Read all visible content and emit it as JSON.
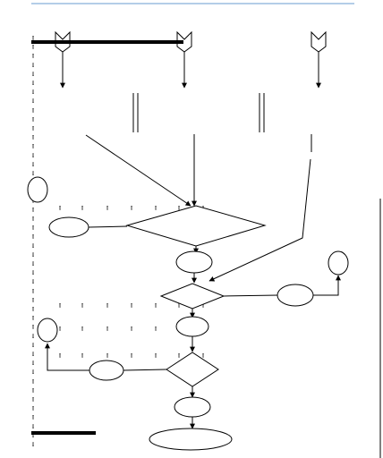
{
  "page": {
    "accent_color": "#6a9bd1",
    "ink_color": "#000000"
  },
  "margin_glyphs": [
    "▯",
    "▯",
    "▯",
    "▯",
    "▯",
    "▯",
    "▯",
    "▯",
    "▯",
    "▯",
    "▯",
    "▯",
    "▯",
    "▯",
    "▯",
    "▯",
    "▯",
    "▯",
    "▯",
    "▯",
    "▯",
    "▯",
    "▯",
    "▯",
    "▯",
    "▯",
    "▯",
    "▯",
    "▯",
    "▯",
    "▯",
    "▯",
    "▯",
    "▯",
    "▯",
    "▯",
    "▯",
    "▯",
    "▯",
    "▯",
    "▯",
    "▯",
    "▯",
    "▯",
    "▯",
    "▯"
  ],
  "row_glyph": "▯",
  "diagram": {
    "shapes": [
      {
        "id": "left-circle",
        "kind": "ellipse",
        "label": ""
      },
      {
        "id": "left-oval",
        "kind": "ellipse",
        "label": ""
      },
      {
        "id": "decision-1",
        "kind": "diamond",
        "label": ""
      },
      {
        "id": "process-1",
        "kind": "ellipse",
        "label": ""
      },
      {
        "id": "decision-2",
        "kind": "diamond",
        "label": ""
      },
      {
        "id": "right-oval",
        "kind": "ellipse",
        "label": ""
      },
      {
        "id": "right-circle",
        "kind": "ellipse",
        "label": ""
      },
      {
        "id": "process-2",
        "kind": "ellipse",
        "label": ""
      },
      {
        "id": "left-circle-2",
        "kind": "ellipse",
        "label": ""
      },
      {
        "id": "decision-3",
        "kind": "diamond",
        "label": ""
      },
      {
        "id": "lower-left-oval",
        "kind": "ellipse",
        "label": ""
      },
      {
        "id": "process-3",
        "kind": "ellipse",
        "label": ""
      },
      {
        "id": "terminal-oval",
        "kind": "ellipse",
        "label": ""
      }
    ]
  }
}
